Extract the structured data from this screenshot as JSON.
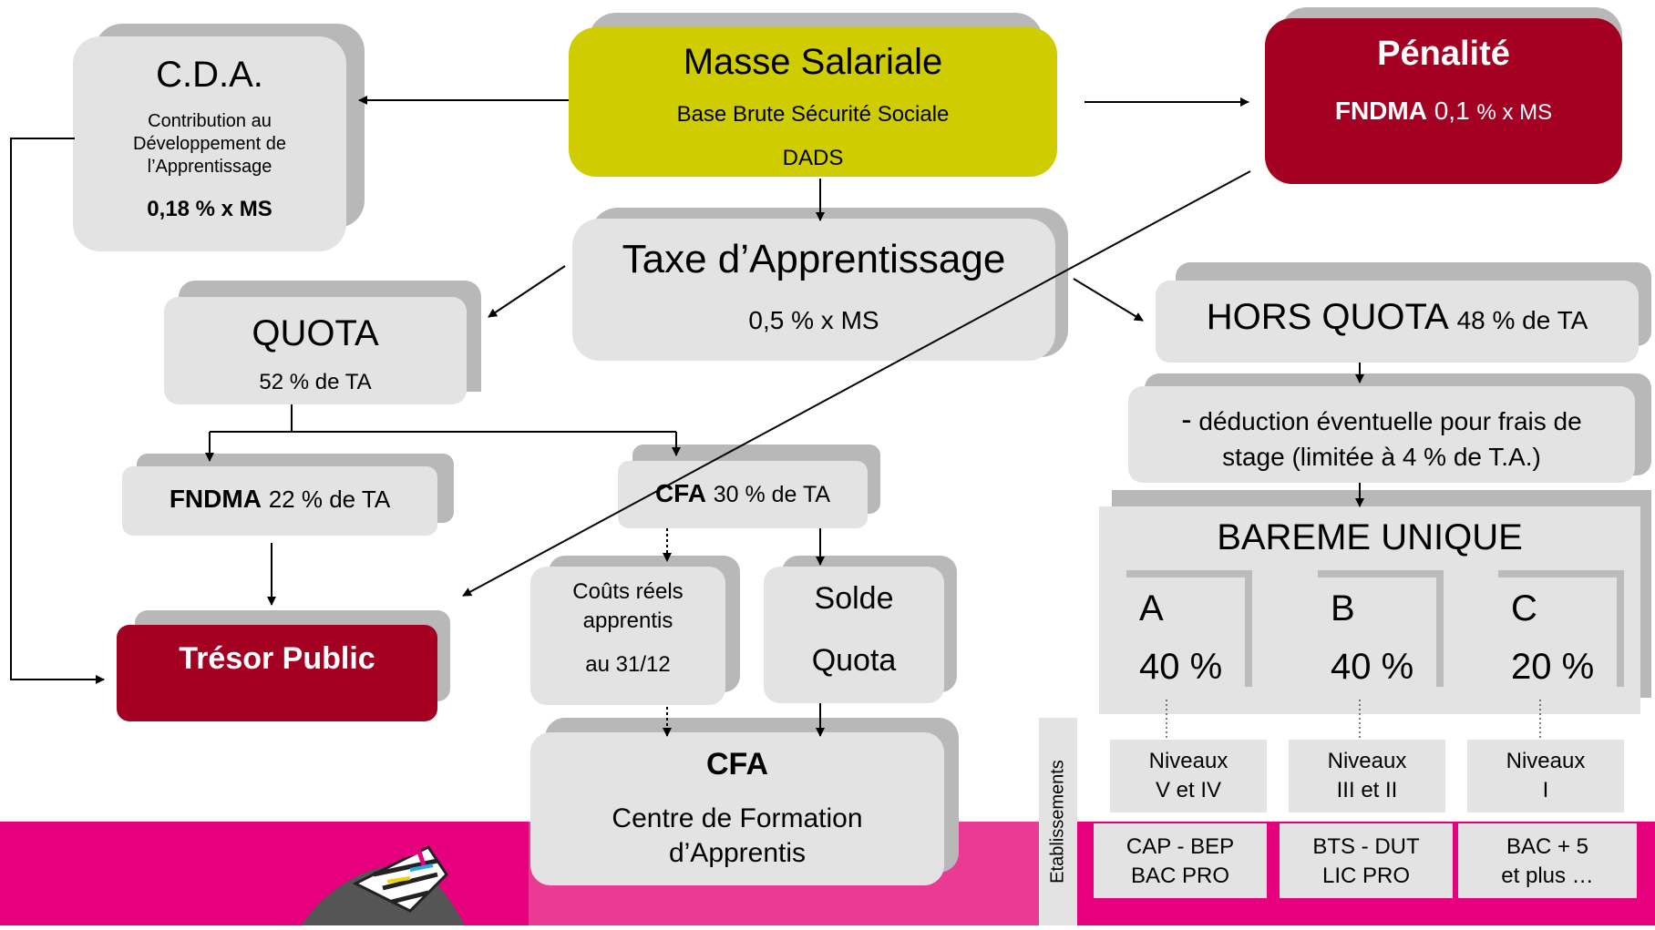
{
  "masse": {
    "title": "Masse Salariale",
    "line1": "Base Brute Sécurité Sociale",
    "line2": "DADS"
  },
  "cda": {
    "title": "C.D.A.",
    "line1": "Contribution au",
    "line2": "Développement de",
    "line3": "l’Apprentissage",
    "rate": "0,18 % x MS"
  },
  "penalite": {
    "title": "Pénalité",
    "fndma": "FNDMA",
    "rate_num": "0,1",
    "rate_rest": "% x MS"
  },
  "taxe": {
    "title": "Taxe d’Apprentissage",
    "rate": "0,5 % x MS"
  },
  "quota": {
    "title": "QUOTA",
    "rate": "52 % de TA"
  },
  "hors_quota": {
    "title": "HORS QUOTA",
    "rate": "48 % de TA"
  },
  "deduction": {
    "dash": "-",
    "line1": "déduction éventuelle pour frais de",
    "line2": "stage (limitée à 4 % de T.A.)"
  },
  "fndma": {
    "label": "FNDMA",
    "rate": "22 % de TA"
  },
  "cfa_small": {
    "label": "CFA",
    "rate": "30 % de TA"
  },
  "tresor": {
    "label": "Trésor Public"
  },
  "couts": {
    "line1": "Coûts réels",
    "line2": "apprentis",
    "line3": "au 31/12"
  },
  "solde": {
    "line1": "Solde",
    "line2": "Quota"
  },
  "cfa_big": {
    "title": "CFA",
    "line1": "Centre de Formation",
    "line2": "d’Apprentis"
  },
  "bareme": {
    "title": "BAREME UNIQUE",
    "cols": [
      {
        "letter": "A",
        "pct": "40 %"
      },
      {
        "letter": "B",
        "pct": "40 %"
      },
      {
        "letter": "C",
        "pct": "20 %"
      }
    ]
  },
  "etablissements": "Etablissements",
  "niveaux": [
    {
      "line1": "Niveaux",
      "line2": "V et IV"
    },
    {
      "line1": "Niveaux",
      "line2": "III et II"
    },
    {
      "line1": "Niveaux",
      "line2": "I"
    }
  ],
  "diplomes": [
    {
      "line1": "CAP - BEP",
      "line2": "BAC PRO"
    },
    {
      "line1": "BTS - DUT",
      "line2": "LIC PRO"
    },
    {
      "line1": "BAC + 5",
      "line2": "et plus …"
    }
  ],
  "colors": {
    "red": "#a30022",
    "yellow": "#cfcc00",
    "grey": "#e3e3e3",
    "shadow": "#b8b8b8",
    "pink": "#e6007e"
  }
}
